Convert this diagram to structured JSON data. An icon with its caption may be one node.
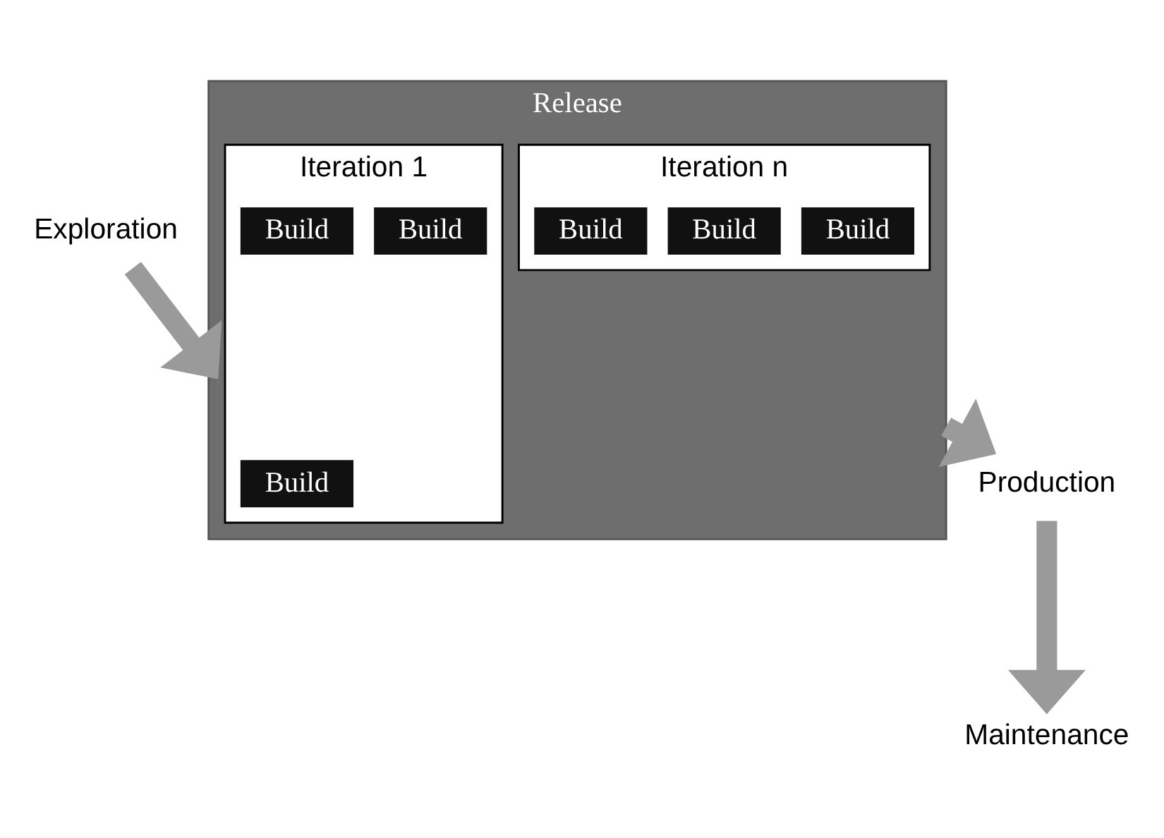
{
  "diagram": {
    "nodes": [
      {
        "text": [
          "Exploration"
        ]
      },
      {
        "text": [
          "Release"
        ]
      },
      {
        "text": [
          "Iteration 1"
        ],
        "in": 1
      },
      {
        "text": [
          "Build"
        ],
        "in": 2
      },
      {
        "text": [
          "Build"
        ],
        "in": 2
      },
      {
        "text": [
          "Build"
        ],
        "in": 2
      },
      {
        "text": [
          "Iteration n"
        ],
        "in": 1
      },
      {
        "text": [
          "Build"
        ],
        "in": 6
      },
      {
        "text": [
          "Build"
        ],
        "in": 6
      },
      {
        "text": [
          "Build"
        ],
        "in": 6
      },
      {
        "text": [
          "Production"
        ]
      },
      {
        "text": [
          "Maintenance"
        ]
      }
    ],
    "edges": [
      {
        "from": 0,
        "to": 1,
        "arrow": "to"
      },
      {
        "from": 1,
        "to": 10,
        "arrow": "to"
      },
      {
        "from": 10,
        "to": 11,
        "arrow": "to"
      }
    ]
  }
}
